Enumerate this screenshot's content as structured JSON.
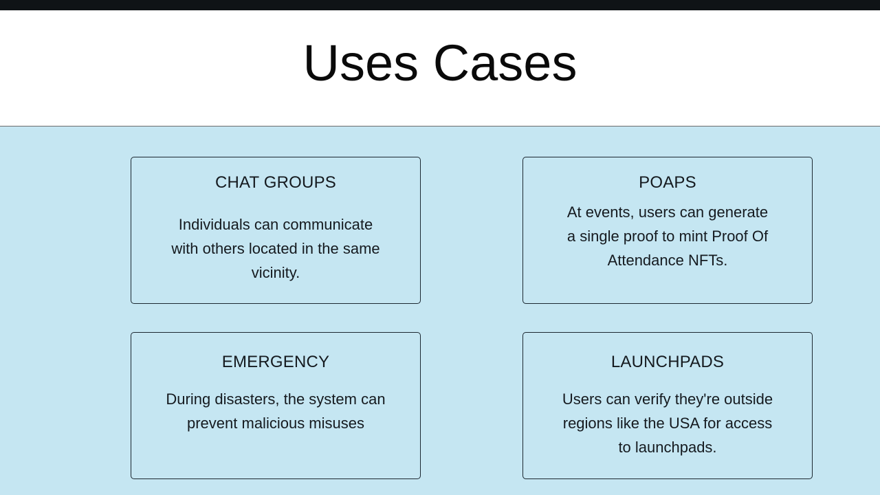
{
  "header": {
    "title": "Uses Cases"
  },
  "cards": [
    {
      "title": "CHAT GROUPS",
      "text": "Individuals can communicate with others located in the same vicinity."
    },
    {
      "title": "POAPS",
      "text": "At events, users can generate a single proof to mint Proof Of Attendance NFTs."
    },
    {
      "title": "EMERGENCY",
      "text": "During disasters, the system can prevent malicious misuses"
    },
    {
      "title": "LAUNCHPADS",
      "text": "Users can verify they're outside regions like the USA for access to launchpads."
    }
  ],
  "colors": {
    "top_bar": "#0f1316",
    "header_bg": "#ffffff",
    "content_bg": "#c5e6f2",
    "card_border": "#1b2730",
    "text": "#151a1f"
  }
}
